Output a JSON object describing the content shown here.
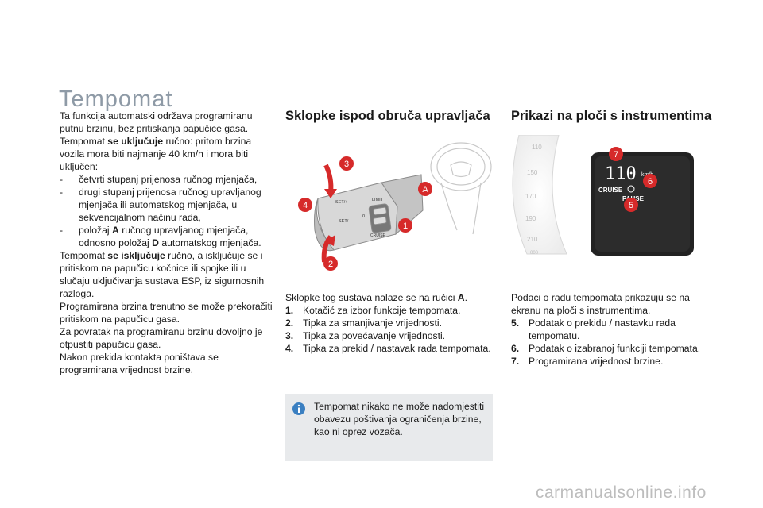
{
  "title": "Tempomat",
  "intro": {
    "p1": "Ta funkcija automatski održava programiranu putnu brzinu, bez pritiskanja papučice gasa.",
    "p2_pre": "Tempomat ",
    "p2_bold": "se uključuje",
    "p2_post": " ručno: pritom brzina vozila mora biti najmanje 40 km/h i mora biti uključen:",
    "item1": "četvrti stupanj prijenosa ručnog mjenjača,",
    "item2": "drugi stupanj prijenosa ručnog upravljanog mjenjača ili automatskog mjenjača, u sekvencijalnom načinu rada,",
    "item3_pre": "položaj ",
    "item3_a": "A",
    "item3_mid": " ručnog upravljanog mjenjača, odnosno položaj ",
    "item3_d": "D",
    "item3_post": " automatskog mjenjača.",
    "p3_pre": "Tempomat ",
    "p3_bold": "se isključuje",
    "p3_post": " ručno, a isključuje se i pritiskom na papučicu kočnice ili spojke ili u slučaju uključivanja sustava ESP, iz sigurnosnih razloga.",
    "p4": "Programirana brzina trenutno se može prekoračiti pritiskom na papučicu gasa.",
    "p5": "Za povratak na programiranu brzinu dovoljno je otpustiti papučicu gasa.",
    "p6": "Nakon prekida kontakta poništava se programirana vrijednost brzine."
  },
  "section_left": {
    "heading": "Sklopke ispod obruča upravljača",
    "lead_pre": "Sklopke tog sustava nalaze se na ručici ",
    "lead_bold": "A",
    "lead_post": ".",
    "items": [
      {
        "n": "1.",
        "text": "Kotačić za izbor funkcije tempomata."
      },
      {
        "n": "2.",
        "text": "Tipka za smanjivanje vrijednosti."
      },
      {
        "n": "3.",
        "text": "Tipka za povećavanje vrijednosti."
      },
      {
        "n": "4.",
        "text": "Tipka za prekid / nastavak rada tempomata."
      }
    ],
    "note": "Tempomat nikako ne može nadomjestiti obavezu poštivanja ograničenja brzine, kao ni oprez vozača."
  },
  "section_right": {
    "heading": "Prikazi na ploči s instrumentima",
    "lead": "Podaci o radu tempomata prikazuju se na ekranu na ploči s instrumentima.",
    "items": [
      {
        "n": "5.",
        "text": "Podatak o prekidu / nastavku rada tempomatu."
      },
      {
        "n": "6.",
        "text": "Podatak o izabranoj funkciji tempomata."
      },
      {
        "n": "7.",
        "text": "Programirana vrijednost brzine."
      }
    ]
  },
  "lever_labels": {
    "set_plus": "SET/+",
    "set_minus": "SET/-",
    "limit": "LIMIT",
    "cruise": "CRUISE",
    "zero": "0",
    "callout_a": "A",
    "c1": "1",
    "c2": "2",
    "c3": "3",
    "c4": "4"
  },
  "dash_labels": {
    "speed": "110",
    "unit": "km/h",
    "cruise": "CRUISE",
    "pause": "PAUSE",
    "c5": "5",
    "c6": "6",
    "c7": "7",
    "s110": "110",
    "s150": "150",
    "s170": "170",
    "s210": "210",
    "s190": "190",
    "odo": "000"
  },
  "watermark": "carmanualsonline.info",
  "colors": {
    "title": "#8e9aa6",
    "callout": "#d62a2a",
    "note_bg": "#e8eaec",
    "info_icon": "#3a7fc1"
  }
}
